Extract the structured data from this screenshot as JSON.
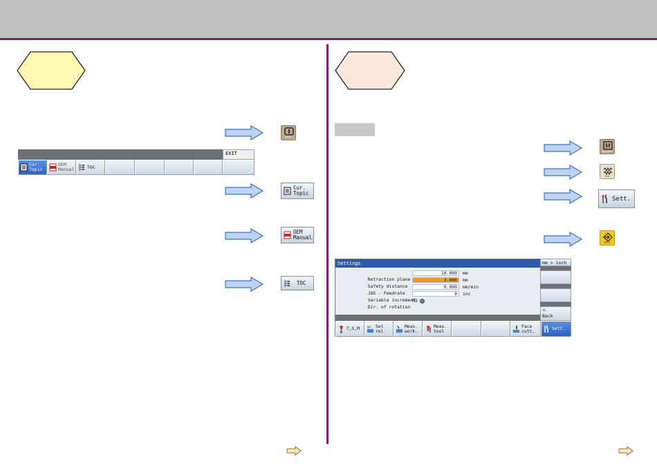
{
  "colors": {
    "header_gray": "#c0c0c0",
    "divider_purple": "#8a1a7a",
    "hex_left_fill": "#fff8b0",
    "hex_right_fill": "#fde8dc",
    "arrow_fill": "#bcd3f2",
    "arrow_stroke": "#3f6fc2",
    "softkey_active": "#2a62c4",
    "settings_title": "#2e5ba8",
    "highlight_orange": "#ef9a22"
  },
  "left": {
    "help_key": {
      "icon": "info-icon",
      "label": "HELP"
    },
    "helpbar": {
      "exit_label": "EXIT",
      "keys": [
        {
          "label": "Cur.\nTopic",
          "icon": "document-icon",
          "active": true
        },
        {
          "label": "OEM\nManual",
          "icon": "pdf-icon",
          "active": false
        },
        {
          "label": "TOC",
          "icon": "tree-icon",
          "active": false
        },
        {
          "label": "",
          "active": false
        },
        {
          "label": "",
          "active": false
        },
        {
          "label": "",
          "active": false
        },
        {
          "label": "",
          "active": false
        },
        {
          "label": "",
          "active": false
        }
      ]
    },
    "cur_topic_key": {
      "icon": "document-icon",
      "label": "Cur.\nTopic"
    },
    "oem_manual_key": {
      "icon": "pdf-icon",
      "label": "OEM\nManual"
    },
    "toc_key": {
      "icon": "tree-icon",
      "label": "TOC"
    }
  },
  "right": {
    "machine_key": {
      "icon": "machine-icon",
      "label": "MACHINE"
    },
    "jog_key": {
      "icon": "jog-icon",
      "label": "JOG"
    },
    "sett_key": {
      "icon": "wrench-icon",
      "label": "Sett."
    },
    "input_key": {
      "icon": "input-icon",
      "label": "INPUT"
    },
    "settings": {
      "title": "Settings",
      "rows": [
        {
          "label": "Retraction plane",
          "value": "10.000",
          "unit": "mm",
          "highlight": false
        },
        {
          "label": "Safety distance",
          "value": "3.000",
          "unit": "mm",
          "highlight": true
        },
        {
          "label": "JOG - Feedrate",
          "value": "0.000",
          "unit": "mm/min",
          "highlight": false
        },
        {
          "label": "Variable increment",
          "value": "0",
          "unit": "inc",
          "highlight": false
        },
        {
          "label": "Dir. of rotation",
          "value": "M3",
          "unit": "",
          "highlight": false
        }
      ],
      "vertical_keys": [
        {
          "label": "mm > inch"
        },
        {
          "label": ""
        },
        {
          "label": ""
        },
        {
          "label": "Back"
        }
      ],
      "horizontal_keys": [
        {
          "label": "T,S,M",
          "icon": "tsm-icon",
          "active": false
        },
        {
          "label": "Set\nrel",
          "icon": "set-rel-icon",
          "active": false
        },
        {
          "label": "Meas.\nwork.",
          "icon": "measure-work-icon",
          "active": false
        },
        {
          "label": "Meas.\ntool",
          "icon": "measure-tool-icon",
          "active": false
        },
        {
          "label": "",
          "active": false
        },
        {
          "label": "",
          "active": false
        },
        {
          "label": "Face\ncutt.",
          "icon": "face-cut-icon",
          "active": false
        },
        {
          "label": "Sett.",
          "icon": "wrench-icon",
          "active": true
        }
      ]
    }
  }
}
